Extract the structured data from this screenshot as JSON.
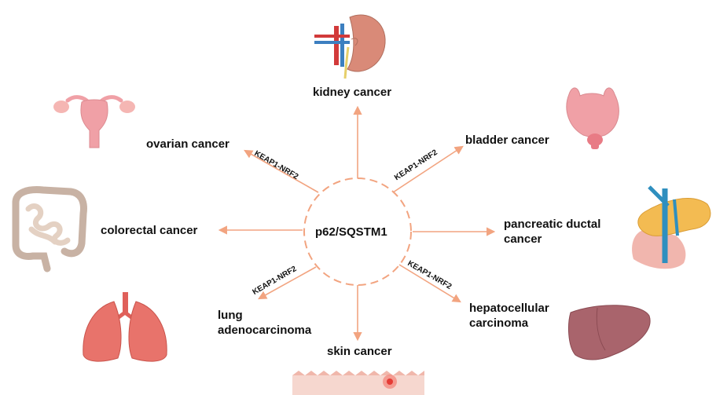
{
  "center": {
    "label": "p62/SQSTM1"
  },
  "colors": {
    "arrow": "#f2a480",
    "ring": "#f2a480",
    "organ_pink": "#f0a0a6",
    "organ_red": "#e0605a",
    "organ_liver": "#a9646c",
    "organ_pancreas": "#f3bb52",
    "vessel_blue": "#2f8fbf"
  },
  "cancers": [
    {
      "id": "kidney",
      "label": "kidney cancer",
      "icon": "kidney-icon"
    },
    {
      "id": "bladder",
      "label": "bladder cancer",
      "icon": "bladder-icon"
    },
    {
      "id": "pancreatic",
      "label_lines": [
        "pancreatic ductal",
        "cancer"
      ],
      "icon": "pancreas-icon"
    },
    {
      "id": "hepatocellular",
      "label_lines": [
        "hepatocellular",
        "carcinoma"
      ],
      "icon": "liver-icon"
    },
    {
      "id": "skin",
      "label": "skin cancer",
      "icon": "skin-icon"
    },
    {
      "id": "lung",
      "label_lines": [
        "lung",
        "adenocarcinoma"
      ],
      "icon": "lungs-icon"
    },
    {
      "id": "colorectal",
      "label": "colorectal cancer",
      "icon": "intestine-icon"
    },
    {
      "id": "ovarian",
      "label": "ovarian cancer",
      "icon": "uterus-ovaries-icon"
    }
  ],
  "pathway_labels": {
    "ovarian": "KEAP1-NRF2",
    "bladder": "KEAP1-NRF2",
    "lung": "KEAP1-NRF2",
    "hepatocellular": "KEAP1-NRF2"
  }
}
